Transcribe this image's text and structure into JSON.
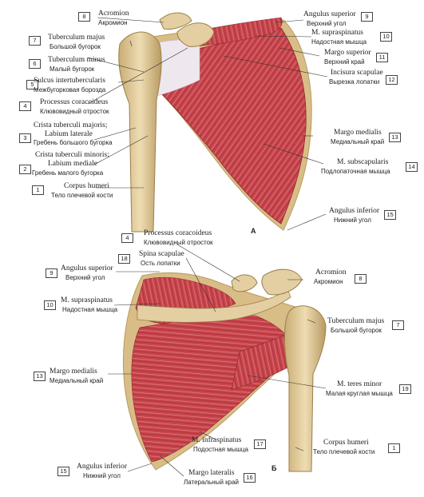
{
  "panels": {
    "a": "А",
    "b": "Б"
  },
  "labels_a": {
    "l8": {
      "n": "8",
      "lat": "Acromion",
      "rus": "Акромион"
    },
    "l7": {
      "n": "7",
      "lat": "Tuberculum majus",
      "rus": "Большой бугорок"
    },
    "l6": {
      "n": "6",
      "lat": "Tuberculum minus",
      "rus": "Малый бугорок"
    },
    "l5": {
      "n": "5",
      "lat": "Sulcus intertubercularis",
      "rus": "Межбугорковая борозда"
    },
    "l4": {
      "n": "4",
      "lat": "Processus coracoideus",
      "rus": "Клювовидный отросток"
    },
    "l3": {
      "n": "3",
      "lat1": "Crista tuberculi majoris;",
      "lat2": "Labium laterale",
      "rus": "Гребень большого бугорка"
    },
    "l2": {
      "n": "2",
      "lat1": "Crista tuberculi minoris;",
      "lat2": "Labium mediale",
      "rus": "Гребень малого бугорка"
    },
    "l1": {
      "n": "1",
      "lat": "Corpus humeri",
      "rus": "Тело плечевой кости"
    },
    "l9": {
      "n": "9",
      "lat": "Angulus superior",
      "rus": "Верхний угол"
    },
    "l10": {
      "n": "10",
      "lat": "M. supraspinatus",
      "rus": "Надостная мышца"
    },
    "l11": {
      "n": "11",
      "lat": "Margo superior",
      "rus": "Верхний край"
    },
    "l12": {
      "n": "12",
      "lat": "Incisura scapulae",
      "rus": "Вырезка лопатки"
    },
    "l13": {
      "n": "13",
      "lat": "Margo medialis",
      "rus": "Медиальный край"
    },
    "l14": {
      "n": "14",
      "lat": "M. subscapularis",
      "rus": "Подлопаточная мышца"
    },
    "l15": {
      "n": "15",
      "lat": "Angulus inferior",
      "rus": "Нижний угол"
    }
  },
  "labels_b": {
    "l4": {
      "n": "4",
      "lat": "Processus coracoideus",
      "rus": "Клювовидный отросток"
    },
    "l18": {
      "n": "18",
      "lat": "Spina scapulae",
      "rus": "Ость лопатки"
    },
    "l9": {
      "n": "9",
      "lat": "Angulus superior",
      "rus": "Верхний угол"
    },
    "l8": {
      "n": "8",
      "lat": "Acromion",
      "rus": "Акромион"
    },
    "l10": {
      "n": "10",
      "lat": "M. supraspinatus",
      "rus": "Надостная мышца"
    },
    "l7": {
      "n": "7",
      "lat": "Tuberculum majus",
      "rus": "Большой бугорок"
    },
    "l13": {
      "n": "13",
      "lat": "Margo medialis",
      "rus": "Медиальный край"
    },
    "l19": {
      "n": "19",
      "lat": "M. teres minor",
      "rus": "Малая круглая мышца"
    },
    "l17": {
      "n": "17",
      "lat": "M. infraspinatus",
      "rus": "Подостная мышца"
    },
    "l1": {
      "n": "1",
      "lat": "Corpus humeri",
      "rus": "Тело плечевой кости"
    },
    "l15": {
      "n": "15",
      "lat": "Angulus inferior",
      "rus": "Нижний угол"
    },
    "l16": {
      "n": "16",
      "lat": "Margo lateralis",
      "rus": "Латеральный край"
    }
  },
  "colors": {
    "muscle": "#c8454c",
    "muscle_dark": "#9c2a33",
    "bone": "#e3cfa2",
    "bone_dark": "#b89a63",
    "line": "#333333"
  }
}
